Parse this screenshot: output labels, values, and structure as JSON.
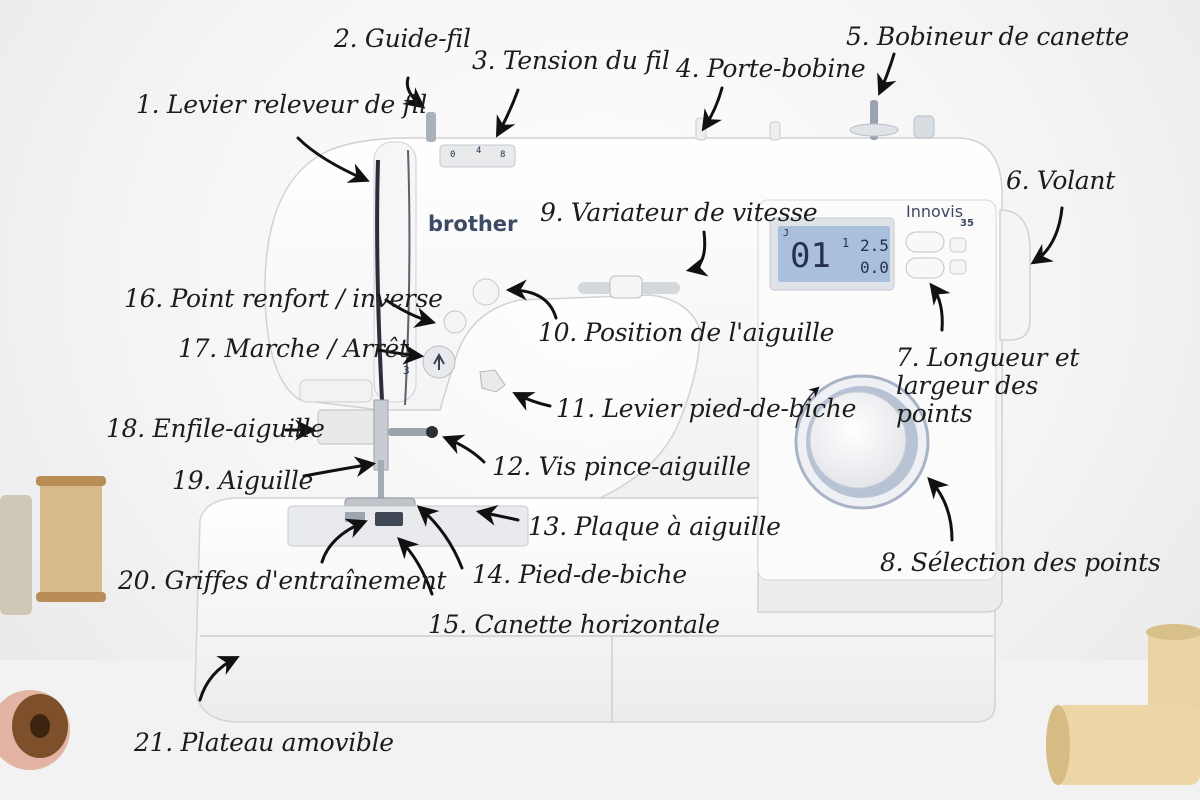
{
  "machine": {
    "brand": "brother",
    "model_name": "Innovis",
    "model_number": "35",
    "display": {
      "mode": "J",
      "pattern": "01",
      "small": "1",
      "length": "2.5",
      "width": "0.0"
    },
    "tension_scale": {
      "low": "0",
      "mid": "4",
      "high": "8"
    },
    "needle_scale": "3"
  },
  "labels": [
    {
      "id": "1",
      "text": "1. Levier releveur de fil"
    },
    {
      "id": "2",
      "text": "2. Guide-fil"
    },
    {
      "id": "3",
      "text": "3. Tension du fil"
    },
    {
      "id": "4",
      "text": "4. Porte-bobine"
    },
    {
      "id": "5",
      "text": "5. Bobineur de canette"
    },
    {
      "id": "6",
      "text": "6. Volant"
    },
    {
      "id": "7",
      "text": "7. Longueur et largeur des points"
    },
    {
      "id": "8",
      "text": "8. Sélection des points"
    },
    {
      "id": "9",
      "text": "9. Variateur de vitesse"
    },
    {
      "id": "10",
      "text": "10. Position de l'aiguille"
    },
    {
      "id": "11",
      "text": "11. Levier pied-de-biche"
    },
    {
      "id": "12",
      "text": "12. Vis pince-aiguille"
    },
    {
      "id": "13",
      "text": "13. Plaque à aiguille"
    },
    {
      "id": "14",
      "text": "14. Pied-de-biche"
    },
    {
      "id": "15",
      "text": "15. Canette horizontale"
    },
    {
      "id": "16",
      "text": "16. Point renfort / inverse"
    },
    {
      "id": "17",
      "text": "17. Marche / Arrêt"
    },
    {
      "id": "18",
      "text": "18. Enfile-aiguille"
    },
    {
      "id": "19",
      "text": "19. Aiguille"
    },
    {
      "id": "20",
      "text": "20. Griffes d'entraînement"
    },
    {
      "id": "21",
      "text": "21. Plateau amovible"
    }
  ],
  "colors": {
    "machine_body": "#ffffff",
    "machine_shadow": "#dcdcdc",
    "lcd_background": "#a9bfdc",
    "brand_text": "#3d4a63",
    "dial_ring": "#9fb0c9",
    "arrow": "#111111",
    "spool_thread": "#e9d3a4"
  }
}
